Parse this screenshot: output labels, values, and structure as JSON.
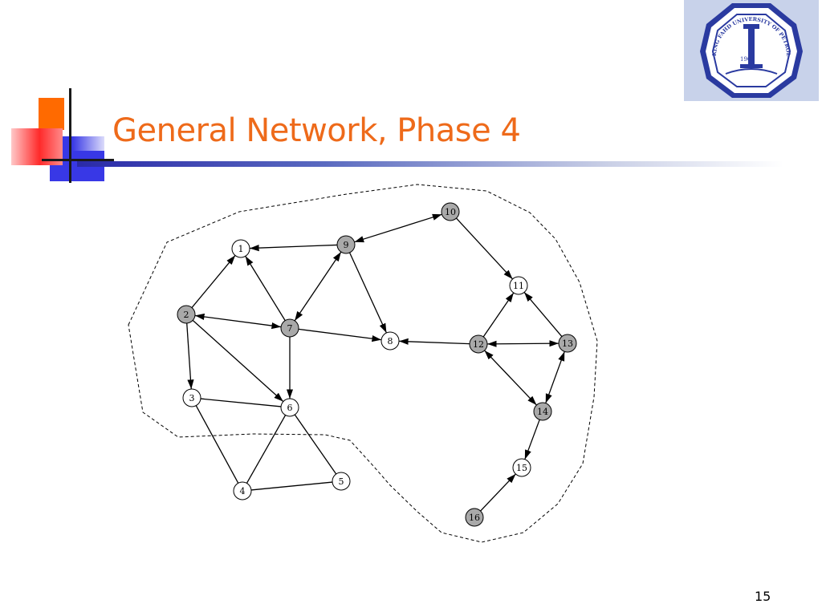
{
  "slide": {
    "title": "General Network, Phase 4",
    "page_number": "15"
  },
  "logo": {
    "lettering": "KING FAHD UNIVERSITY OF PETROLEUM & MINERALS",
    "year": "1963"
  },
  "network": {
    "nodes": [
      {
        "id": "1",
        "label": "1",
        "shaded": false
      },
      {
        "id": "2",
        "label": "2",
        "shaded": true
      },
      {
        "id": "3",
        "label": "3",
        "shaded": false
      },
      {
        "id": "4",
        "label": "4",
        "shaded": false
      },
      {
        "id": "5",
        "label": "5",
        "shaded": false
      },
      {
        "id": "6",
        "label": "6",
        "shaded": false
      },
      {
        "id": "7",
        "label": "7",
        "shaded": true
      },
      {
        "id": "8",
        "label": "8",
        "shaded": false
      },
      {
        "id": "9",
        "label": "9",
        "shaded": true
      },
      {
        "id": "10",
        "label": "10",
        "shaded": true
      },
      {
        "id": "11",
        "label": "11",
        "shaded": false
      },
      {
        "id": "12",
        "label": "12",
        "shaded": true
      },
      {
        "id": "13",
        "label": "13",
        "shaded": true
      },
      {
        "id": "14",
        "label": "14",
        "shaded": true
      },
      {
        "id": "15",
        "label": "15",
        "shaded": false
      },
      {
        "id": "16",
        "label": "16",
        "shaded": true
      }
    ],
    "edges": [
      {
        "from": "2",
        "to": "1",
        "arrow": "end"
      },
      {
        "from": "9",
        "to": "1",
        "arrow": "end"
      },
      {
        "from": "7",
        "to": "1",
        "arrow": "end"
      },
      {
        "from": "9",
        "to": "10",
        "arrow": "both"
      },
      {
        "from": "9",
        "to": "7",
        "arrow": "both"
      },
      {
        "from": "9",
        "to": "8",
        "arrow": "end"
      },
      {
        "from": "10",
        "to": "11",
        "arrow": "end"
      },
      {
        "from": "2",
        "to": "7",
        "arrow": "both"
      },
      {
        "from": "2",
        "to": "3",
        "arrow": "end"
      },
      {
        "from": "2",
        "to": "6",
        "arrow": "end"
      },
      {
        "from": "7",
        "to": "6",
        "arrow": "end"
      },
      {
        "from": "7",
        "to": "8",
        "arrow": "end"
      },
      {
        "from": "12",
        "to": "8",
        "arrow": "end"
      },
      {
        "from": "12",
        "to": "11",
        "arrow": "end"
      },
      {
        "from": "13",
        "to": "11",
        "arrow": "end"
      },
      {
        "from": "12",
        "to": "13",
        "arrow": "both"
      },
      {
        "from": "12",
        "to": "14",
        "arrow": "both"
      },
      {
        "from": "13",
        "to": "14",
        "arrow": "both"
      },
      {
        "from": "14",
        "to": "15",
        "arrow": "end"
      },
      {
        "from": "16",
        "to": "15",
        "arrow": "end"
      },
      {
        "from": "3",
        "to": "6",
        "arrow": "none"
      },
      {
        "from": "3",
        "to": "4",
        "arrow": "none"
      },
      {
        "from": "6",
        "to": "4",
        "arrow": "none"
      },
      {
        "from": "6",
        "to": "5",
        "arrow": "none"
      },
      {
        "from": "4",
        "to": "5",
        "arrow": "none"
      }
    ],
    "colors": {
      "shaded_fill": "#a9a9a9",
      "open_fill": "#ffffff",
      "stroke": "#000000"
    }
  }
}
